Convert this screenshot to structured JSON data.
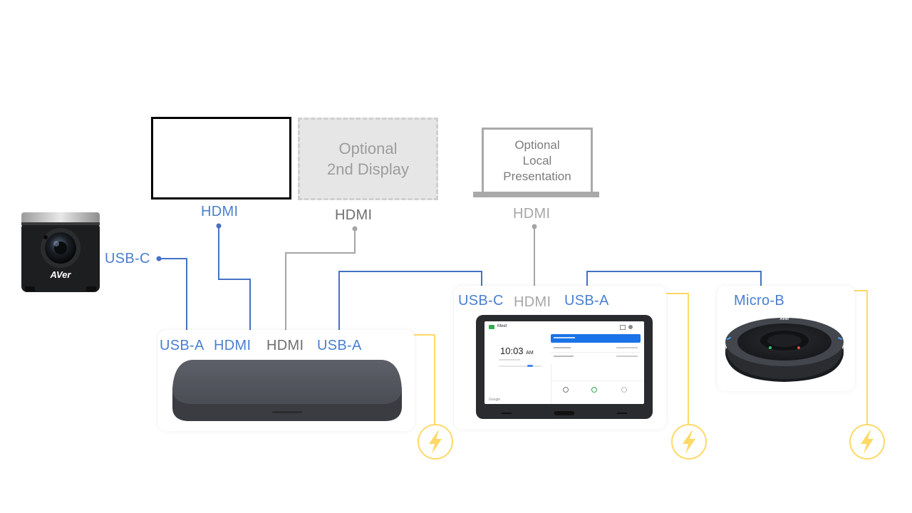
{
  "displays": {
    "display2_line1": "Optional",
    "display2_line2": "2nd Display",
    "laptop_line1": "Optional",
    "laptop_line2": "Local",
    "laptop_line3": "Presentation"
  },
  "labels": {
    "hdmi_monitor": "HDMI",
    "hdmi_display2": "HDMI",
    "hdmi_laptop": "HDMI",
    "usb_c_camera": "USB-C",
    "hub_usb_a_1": "USB-A",
    "hub_hdmi_1": "HDMI",
    "hub_hdmi_2": "HDMI",
    "hub_usb_a_2": "USB-A",
    "panel_usb_c": "USB-C",
    "panel_hdmi": "HDMI",
    "panel_usb_a": "USB-A",
    "speaker_micro_b": "Micro-B"
  },
  "camera": {
    "brand": "AVer"
  },
  "speaker": {
    "brand": "AVer"
  },
  "touch_panel": {
    "app_name": "Meet",
    "time": "10:03",
    "ampm": "AM",
    "footer": "Google"
  },
  "colors": {
    "blue_cable": "#4472c4",
    "gray_cable": "#a5a5a5",
    "power_yellow": "#ffd966"
  },
  "icons": [
    "power-bolt-icon"
  ]
}
